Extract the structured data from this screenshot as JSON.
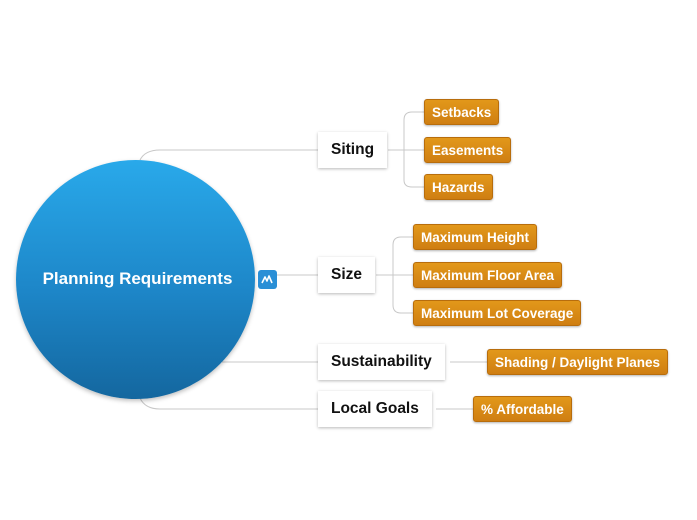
{
  "mindmap": {
    "root": {
      "label": "Planning Requirements",
      "icon": "mindmap-logo-icon"
    },
    "branches": [
      {
        "label": "Siting",
        "leaves": [
          "Setbacks",
          "Easements",
          "Hazards"
        ]
      },
      {
        "label": "Size",
        "leaves": [
          "Maximum Height",
          "Maximum Floor Area",
          "Maximum Lot Coverage"
        ]
      },
      {
        "label": "Sustainability",
        "leaves": [
          "Shading / Daylight Planes"
        ]
      },
      {
        "label": "Local Goals",
        "leaves": [
          "% Affordable"
        ]
      }
    ]
  },
  "colors": {
    "root_fill": "#1d86c8",
    "leaf_fill": "#d98a16",
    "connector": "#c8c8c8"
  }
}
